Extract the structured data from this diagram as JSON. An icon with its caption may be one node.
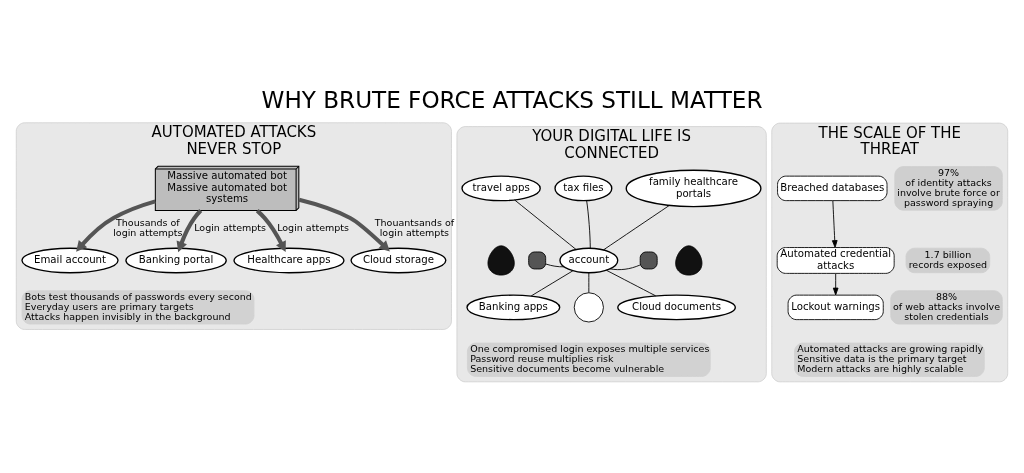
{
  "diagram": {
    "title": "WHY BRUTE FORCE ATTACKS STILL MATTER",
    "nodes": [
      {
        "text": [
          "AUTOMATED ATTACKS NEVER STOP"
        ]
      },
      {
        "text": [
          "Massive automated bot",
          "Massive automated bot systems"
        ],
        "in": 0
      },
      {
        "text": [
          "Email account"
        ],
        "in": 0
      },
      {
        "text": [
          "Banking portal"
        ],
        "in": 0
      },
      {
        "text": [
          "Healthcare apps"
        ],
        "in": 0
      },
      {
        "text": [
          "Cloud storage"
        ],
        "in": 0
      },
      {
        "text": [
          "Bots test thousands of passwords every second",
          "Everyday users are primary targets",
          "Attacks happen invisibly in the background"
        ],
        "in": 0
      },
      {
        "text": [
          "YOUR DIGITAL LIFE IS CONNECTED"
        ]
      },
      {
        "text": [
          "travel apps"
        ],
        "in": 7
      },
      {
        "text": [
          "tax files"
        ],
        "in": 7
      },
      {
        "text": [
          "family healthcare portals"
        ],
        "in": 7
      },
      {
        "text": [],
        "shape": "person",
        "in": 7
      },
      {
        "text": [],
        "shape": "box",
        "in": 7
      },
      {
        "text": [
          "account"
        ],
        "in": 7
      },
      {
        "text": [],
        "shape": "box",
        "in": 7
      },
      {
        "text": [],
        "shape": "person",
        "in": 7
      },
      {
        "text": [
          "Banking apps"
        ],
        "in": 7
      },
      {
        "text": [],
        "shape": "circle",
        "in": 7
      },
      {
        "text": [
          "Cloud documents"
        ],
        "in": 7
      },
      {
        "text": [
          "One compromised login exposes multiple services",
          "Password reuse multiplies risk",
          "Sensitive documents become vulnerable"
        ],
        "in": 7
      },
      {
        "text": [
          "THE SCALE OF THE THREAT"
        ]
      },
      {
        "text": [
          "97%",
          "of identity attacks involve brute force or password spraying"
        ],
        "in": 20
      },
      {
        "text": [
          "1.7 billion",
          "records exposed"
        ],
        "in": 20
      },
      {
        "text": [
          "88%",
          "of web attacks involve stolen credentials"
        ],
        "in": 20
      },
      {
        "text": [
          "Breached databases"
        ],
        "in": 20
      },
      {
        "text": [
          "Automated credential attacks"
        ],
        "in": 20
      },
      {
        "text": [
          "Lockout warnings"
        ],
        "in": 20
      },
      {
        "text": [
          "Automated attacks are growing rapidly",
          "Sensitive data is the primary target",
          "Modern attacks are highly scalable"
        ],
        "in": 20
      }
    ],
    "edges": [
      {
        "from": 1,
        "to": 2,
        "arrow": "to",
        "label": "Thousands of login attempts",
        "style": "thick"
      },
      {
        "from": 1,
        "to": 3,
        "arrow": "to",
        "label": "Login attempts",
        "style": "thick"
      },
      {
        "from": 1,
        "to": 4,
        "arrow": "to",
        "label": "Login attempts",
        "style": "thick"
      },
      {
        "from": 1,
        "to": 5,
        "arrow": "to",
        "label": "Thouantsands of login attempts",
        "style": "thick"
      },
      {
        "from": 13,
        "to": 8,
        "arrow": "none"
      },
      {
        "from": 13,
        "to": 9,
        "arrow": "none"
      },
      {
        "from": 13,
        "to": 10,
        "arrow": "none"
      },
      {
        "from": 13,
        "to": 12,
        "arrow": "none"
      },
      {
        "from": 13,
        "to": 14,
        "arrow": "none"
      },
      {
        "from": 13,
        "to": 16,
        "arrow": "none"
      },
      {
        "from": 13,
        "to": 17,
        "arrow": "none"
      },
      {
        "from": 13,
        "to": 18,
        "arrow": "none"
      },
      {
        "from": 24,
        "to": 25,
        "arrow": "to"
      },
      {
        "from": 25,
        "to": 26,
        "arrow": "to"
      }
    ]
  }
}
